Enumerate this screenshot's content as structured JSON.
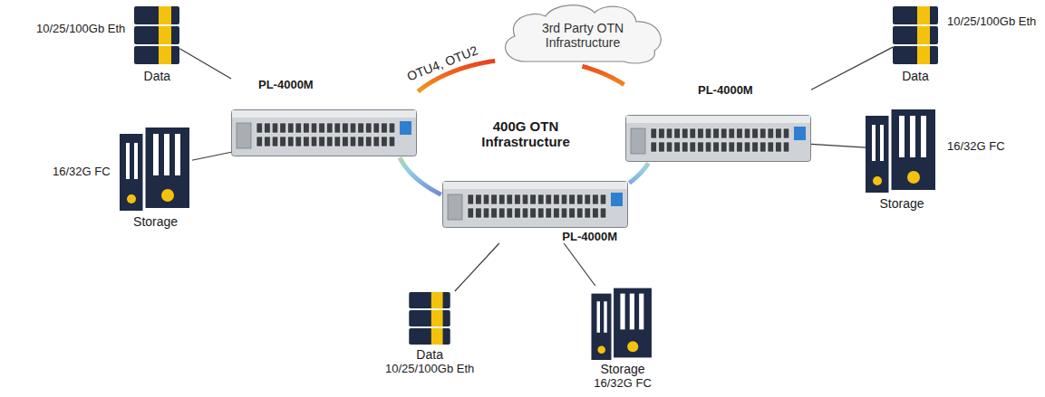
{
  "diagram": {
    "nodes": [
      {
        "text": [
          "PL-4000M"
        ]
      },
      {
        "text": [
          "10/25/100Gb Eth",
          "Data"
        ]
      },
      {
        "text": [
          "16/32G FC",
          "Storage"
        ]
      },
      {
        "text": [
          "3rd Party OTN Infrastructure"
        ]
      },
      {
        "text": [
          "PL-4000M"
        ]
      },
      {
        "text": [
          "10/25/100Gb Eth",
          "Data"
        ]
      },
      {
        "text": [
          "16/32G FC",
          "Storage"
        ]
      },
      {
        "text": [
          "PL-4000M"
        ]
      },
      {
        "text": [
          "Data",
          "10/25/100Gb Eth"
        ]
      },
      {
        "text": [
          "Storage",
          "16/32G FC"
        ]
      }
    ],
    "edges": [
      {
        "from": 0,
        "to": 3,
        "label": "OTU4, OTU2",
        "arrow": "none"
      },
      {
        "from": 3,
        "to": 4,
        "arrow": "none"
      },
      {
        "from": 4,
        "to": 7,
        "arrow": "none"
      },
      {
        "from": 7,
        "to": 0,
        "arrow": "none"
      },
      {
        "from": 0,
        "to": 1,
        "arrow": "none"
      },
      {
        "from": 0,
        "to": 2,
        "arrow": "none"
      },
      {
        "from": 4,
        "to": 5,
        "arrow": "none"
      },
      {
        "from": 4,
        "to": 6,
        "arrow": "none"
      },
      {
        "from": 7,
        "to": 8,
        "arrow": "none"
      },
      {
        "from": 7,
        "to": 9,
        "arrow": "none"
      }
    ],
    "labels": [
      "400G OTN Infrastructure"
    ]
  }
}
